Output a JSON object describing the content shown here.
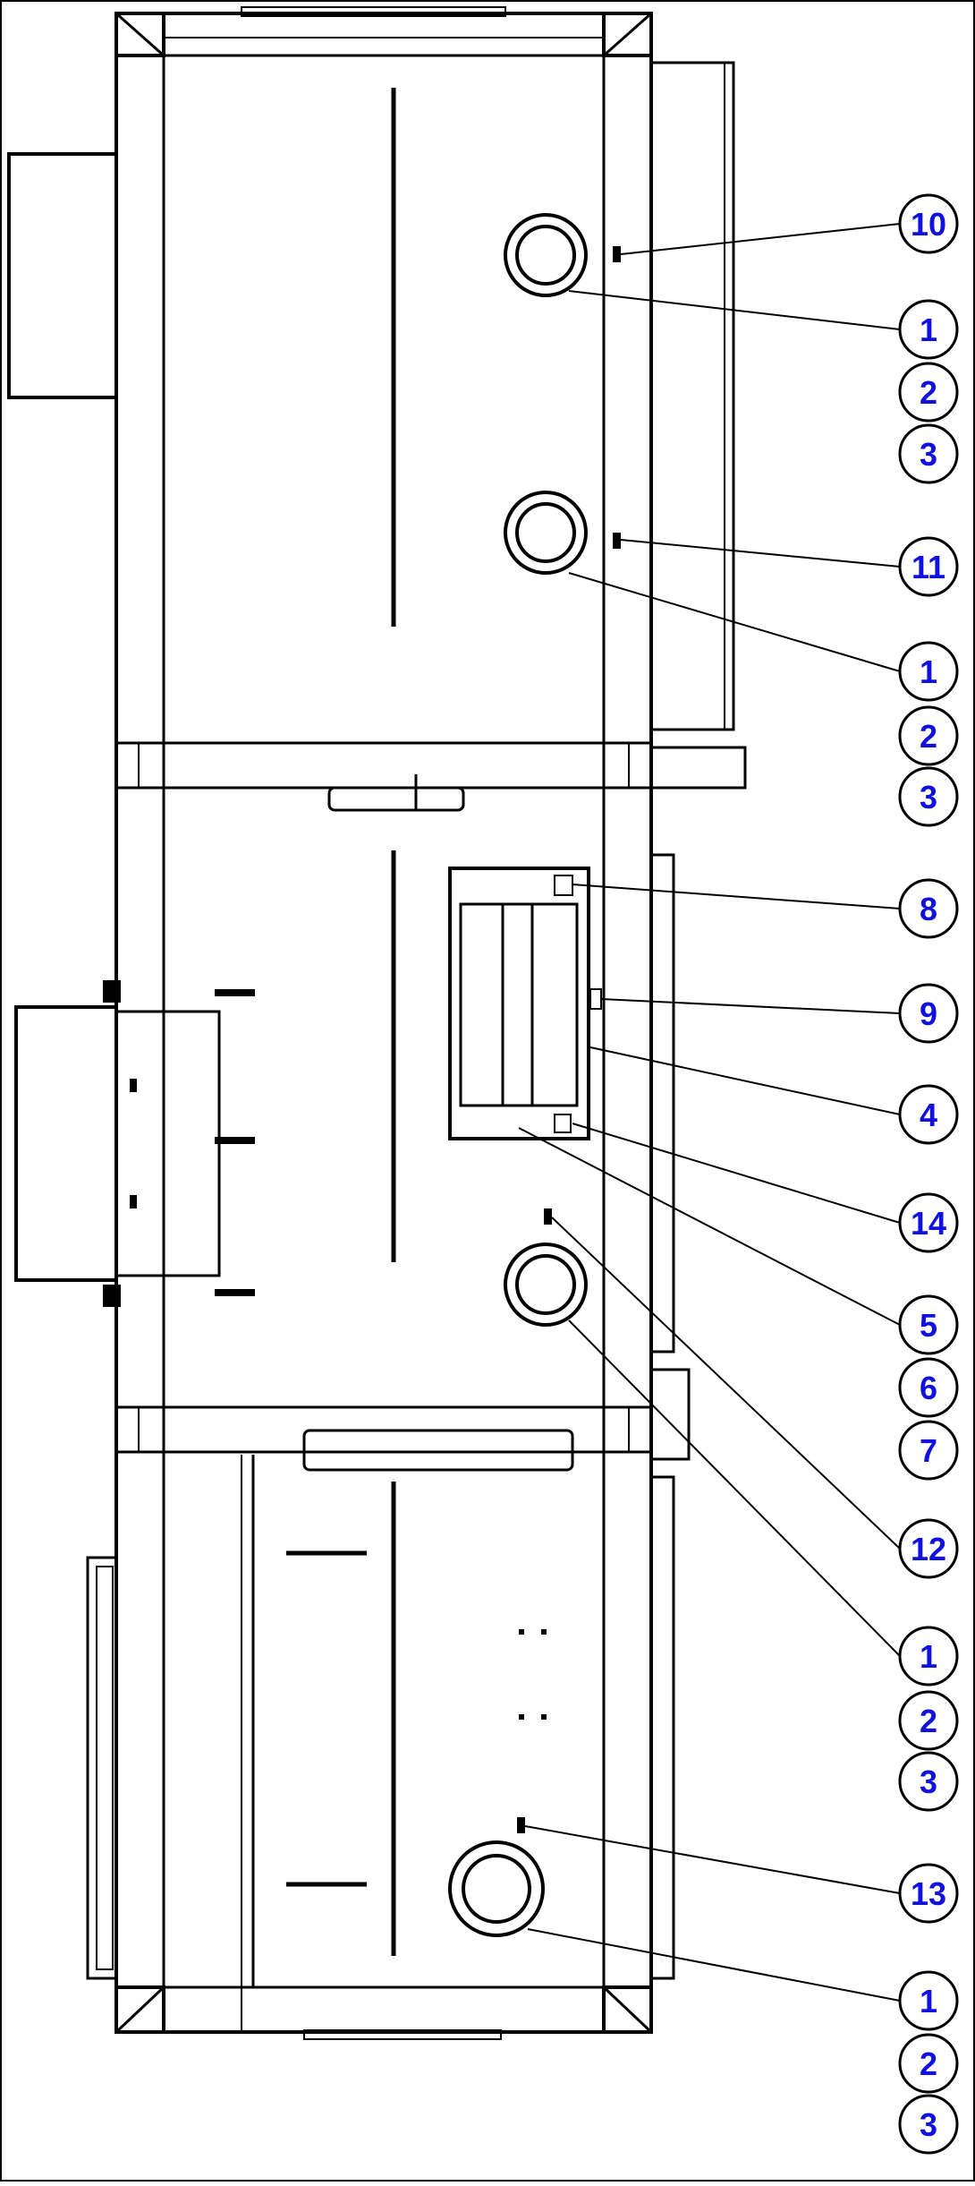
{
  "colors": {
    "line": "#000000",
    "balloon_text": "#1010e0",
    "background": "#ffffff"
  },
  "balloons": [
    {
      "id": "b10",
      "label": "10"
    },
    {
      "id": "b1a",
      "label": "1"
    },
    {
      "id": "b2a",
      "label": "2"
    },
    {
      "id": "b3a",
      "label": "3"
    },
    {
      "id": "b11",
      "label": "11"
    },
    {
      "id": "b1b",
      "label": "1"
    },
    {
      "id": "b2b",
      "label": "2"
    },
    {
      "id": "b3b",
      "label": "3"
    },
    {
      "id": "b8",
      "label": "8"
    },
    {
      "id": "b9",
      "label": "9"
    },
    {
      "id": "b4",
      "label": "4"
    },
    {
      "id": "b14",
      "label": "14"
    },
    {
      "id": "b5",
      "label": "5"
    },
    {
      "id": "b6",
      "label": "6"
    },
    {
      "id": "b7",
      "label": "7"
    },
    {
      "id": "b12",
      "label": "12"
    },
    {
      "id": "b1c",
      "label": "1"
    },
    {
      "id": "b2c",
      "label": "2"
    },
    {
      "id": "b3c",
      "label": "3"
    },
    {
      "id": "b13",
      "label": "13"
    },
    {
      "id": "b1d",
      "label": "1"
    },
    {
      "id": "b2d",
      "label": "2"
    },
    {
      "id": "b3d",
      "label": "3"
    }
  ]
}
